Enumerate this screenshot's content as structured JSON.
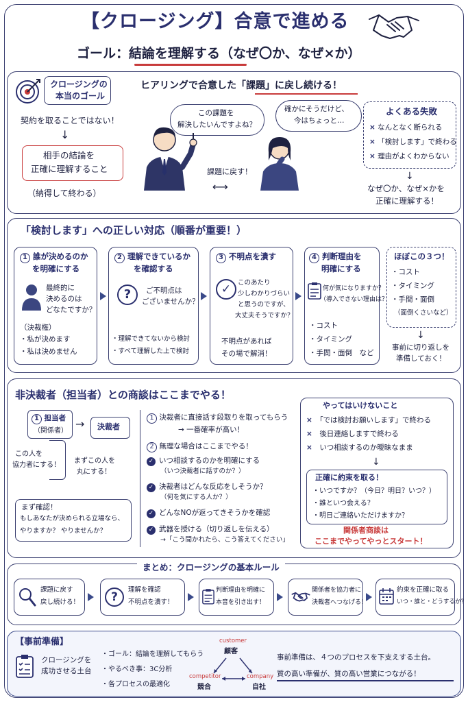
{
  "header": {
    "title": "【クロージング】合意で進める",
    "goal": "ゴール：結論を理解する（なぜ〇か、なぜ×か）"
  },
  "section1": {
    "badge_line1": "クロージングの",
    "badge_line2": "本当のゴール",
    "not_contract": "契約を取ることではない！",
    "red_box_line1": "相手の結論を",
    "red_box_line2": "正確に理解すること",
    "until": "（納得して終わる）",
    "hearing": "ヒアリングで合意した「課題」に戻し続ける！",
    "bubble_man_line1": "この課題を",
    "bubble_man_line2": "解決したいんですよね？",
    "bubble_woman_line1": "確かにそうだけど、",
    "bubble_woman_line2": "今はちょっと…",
    "return_label": "課題に戻す！",
    "failures_title": "よくある失敗",
    "failures": [
      "なんとなく断られる",
      "「検討します」で終わる",
      "理由がよくわからない"
    ],
    "conclusion_line1": "なぜ〇か、なぜ×かを",
    "conclusion_line2": "正確に理解する！"
  },
  "section2": {
    "title": "「検討します」への正しい対応（順番が重要！）",
    "steps": [
      {
        "num": "1",
        "title_line1": "誰が決めるのか",
        "title_line2": "を明確にする",
        "quote_line1": "最終的に",
        "quote_line2": "決めるのは",
        "quote_line3": "どなたですか？",
        "note": "（決裁権）",
        "bullets": [
          "私が決めます",
          "私は決めません"
        ]
      },
      {
        "num": "2",
        "title_line1": "理解できているか",
        "title_line2": "を確認する",
        "quote_line1": "ご不明点は",
        "quote_line2": "ございませんか？",
        "bullets": [
          "理解できてないから検討",
          "すべて理解した上で検討"
        ]
      },
      {
        "num": "3",
        "title_line1": "不明点を潰す",
        "quote_line1": "このあたり",
        "quote_line2": "少しわかりづらい",
        "quote_line3": "と思うのですが、",
        "quote_line4": "大丈夫そうですか？",
        "note_line1": "不明点があれば",
        "note_line2": "その場で解消！"
      },
      {
        "num": "4",
        "title_line1": "判断理由を",
        "title_line2": "明確にする",
        "quote_line1": "何が気になりますか？",
        "quote_line2": "（導入できない理由は？）",
        "bullets": [
          "コスト",
          "タイミング",
          "手間・面倒　など"
        ]
      }
    ],
    "hoboko_title": "ほぼこの３つ！",
    "hoboko": [
      "コスト",
      "タイミング",
      "手間・面倒"
    ],
    "hoboko_note": "（面倒くさいなど）",
    "prep_line1": "事前に切り返しを",
    "prep_line2": "準備しておく！"
  },
  "section3": {
    "title": "非決裁者（担当者）との商談はここまでやる！",
    "tanto_line1": "担当者",
    "tanto_line2": "（関係者）",
    "tanto_num": "1",
    "kessaisha": "決裁者",
    "kyoryoku_line1": "この人を",
    "kyoryoku_line2": "協力者にする！",
    "maru_line1": "まずこの人を",
    "maru_line2": "丸にする！",
    "confirm_title": "まず確認！",
    "confirm_line1": "もしあなたが決められる立場なら、",
    "confirm_line2": "やりますか？ やりませんか？",
    "point1": "決裁者に直接話す段取りを取ってもらう",
    "point1_sub": "→ 一番確率が高い！",
    "point2": "無理な場合はここまでやる！",
    "checks": [
      {
        "line1": "いつ相談するのかを明確にする",
        "line2": "（いつ決裁者に話すのか？）"
      },
      {
        "line1": "決裁者はどんな反応をしそうか？",
        "line2": "（何を気にする人か？）"
      },
      {
        "line1": "どんなNOが返ってきそうかを確認",
        "line2": ""
      },
      {
        "line1": "武器を授ける（切り返しを伝える）",
        "line2": "→「こう聞かれたら、こう答えてください」"
      }
    ],
    "ng_title": "やってはいけないこと",
    "ng": [
      "「では検討お願いします」で終わる",
      "後日連絡しますで終わる",
      "いつ相談するのか曖昧なまま"
    ],
    "promise_title": "正確に約束を取る！",
    "promise": [
      "いつですか？（今日？明日？いつ？）",
      "誰といつ会える？",
      "明日ご連絡いただけますか？"
    ],
    "start_line1": "関係者商談は",
    "start_line2": "ここまでやってやっとスタート！"
  },
  "section4": {
    "title": "まとめ：クロージングの基本ルール",
    "items": [
      {
        "line1": "課題に戻す",
        "line2": "戻し続ける！"
      },
      {
        "line1": "理解を確認",
        "line2": "不明点を潰す！"
      },
      {
        "line1": "判断理由を明確に",
        "line2": "本音を引き出す！"
      },
      {
        "line1": "関係者を協力者に",
        "line2": "決裁者へつなげる！"
      },
      {
        "line1": "約束を正確に取る",
        "line2": "いつ・誰と・どうするか？"
      }
    ]
  },
  "section5": {
    "title": "【事前準備】",
    "label_line1": "クロージングを",
    "label_line2": "成功させる土台",
    "bullets": [
      "ゴール：結論を理解してもらう",
      "やるべき事：3C分析",
      "各プロセスの最適化"
    ],
    "customer_en": "customer",
    "customer_jp": "顧客",
    "competitor_en": "competitor",
    "competitor_jp": "競合",
    "company_en": "company",
    "company_jp": "自社",
    "summary_line1": "事前準備は、４つのプロセスを下支えする土台。",
    "summary_line2": "質の高い準備が、質の高い営業につながる！"
  },
  "colors": {
    "navy": "#2a2f6e",
    "red": "#c83a3a",
    "arrow": "#3a4a8a"
  }
}
